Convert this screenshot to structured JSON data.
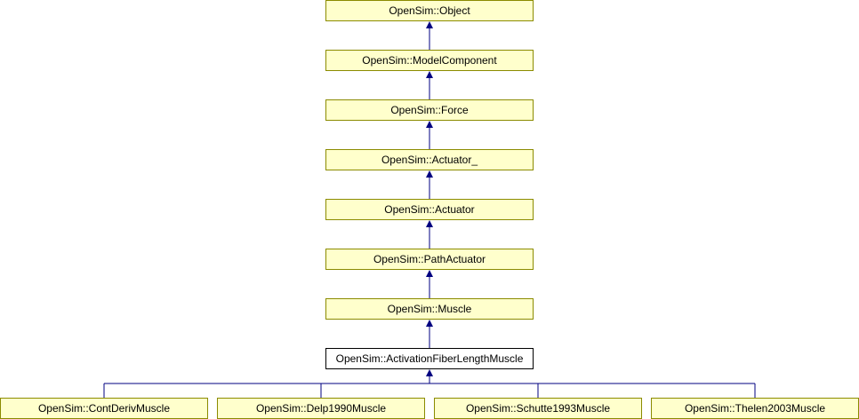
{
  "colors": {
    "node_fill": "#ffffcc",
    "node_border": "#8b8b00",
    "current_fill": "#ffffff",
    "current_border": "#000000",
    "edge": "#000080"
  },
  "nodes": {
    "object": "OpenSim::Object",
    "model_component": "OpenSim::ModelComponent",
    "force": "OpenSim::Force",
    "actuator_": "OpenSim::Actuator_",
    "actuator": "OpenSim::Actuator",
    "path_actuator": "OpenSim::PathActuator",
    "muscle": "OpenSim::Muscle",
    "activation_fiber_length_muscle": "OpenSim::ActivationFiberLengthMuscle",
    "cont_deriv_muscle": "OpenSim::ContDerivMuscle",
    "delp1990_muscle": "OpenSim::Delp1990Muscle",
    "schutte1993_muscle": "OpenSim::Schutte1993Muscle",
    "thelen2003_muscle": "OpenSim::Thelen2003Muscle"
  }
}
